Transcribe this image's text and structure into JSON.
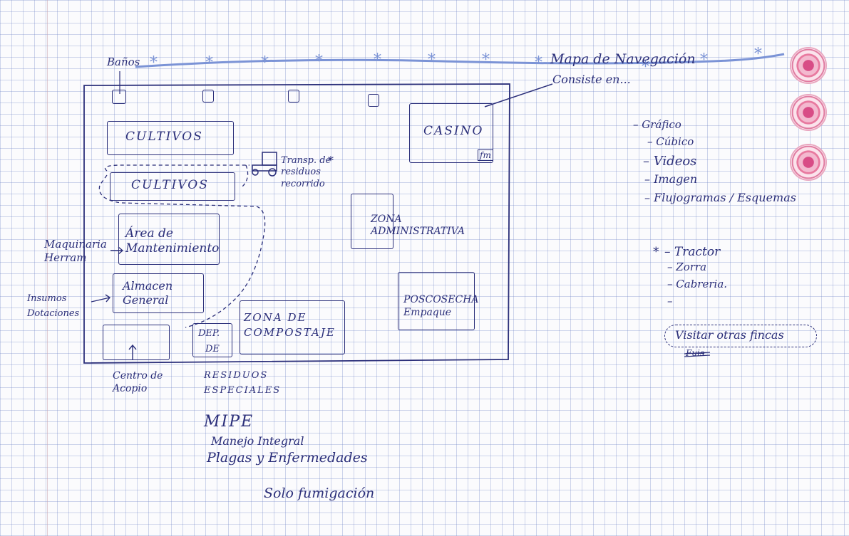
{
  "nav": {
    "banos": "Baños",
    "title": "Mapa de Navegación",
    "subtitle": "Consiste en...",
    "separator_symbol": "*"
  },
  "zones": {
    "cultivos_1": "CULTIVOS",
    "cultivos_2": "CULTIVOS",
    "casino": "CASINO",
    "casino_tag": "fm",
    "admin": "ZONA ADMINISTRATIVA",
    "mantenimiento": "Área de Mantenimiento",
    "almacen": "Almacen General",
    "poscosecha": "POSCOSECHA Empaque",
    "compostaje": "ZONA DE COMPOSTAJE",
    "dep_top": "DEP.",
    "dep_bottom": "DE"
  },
  "labels": {
    "transporte": "Transp. de residuos recorrido",
    "transporte_marker": "*",
    "maquinaria": "Maquinaria Herram",
    "insumos": "Insumos Dotaciones",
    "centro_acopio": "Centro de Acopio",
    "residuos_especiales": "RESIDUOS ESPECIALES"
  },
  "content_types": {
    "items": [
      "Gráfico",
      "Cúbico",
      "Videos",
      "Imagen",
      "Flujogramas / Esquemas"
    ]
  },
  "vehicles": {
    "marker": "*",
    "items": [
      "Tractor",
      "Zorra",
      "Cabreria."
    ]
  },
  "visit": {
    "label": "Visitar otras fincas",
    "crossed": "Fuis"
  },
  "notes": {
    "mipe": "MIPE",
    "manejo": "Manejo Integral",
    "plagas": "Plagas y Enfermedades",
    "solo": "Solo fumigación"
  },
  "colors": {
    "ink": "#2b2f7a",
    "nav_bar": "#7b93d6",
    "star": "#7b93d6",
    "rosette": "#e07aa0"
  }
}
